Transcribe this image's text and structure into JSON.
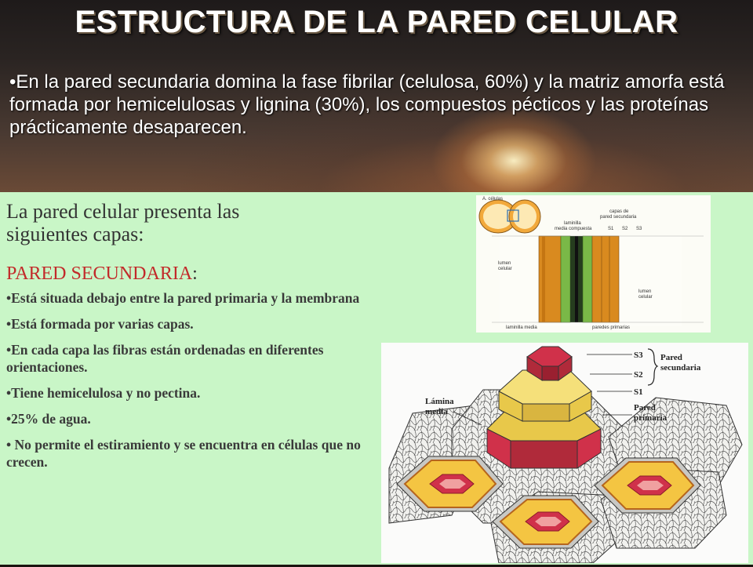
{
  "header": {
    "title": "ESTRUCTURA DE LA PARED CELULAR",
    "intro": "•En la pared secundaria domina la fase fibrilar (celulosa, 60%) y la matriz amorfa está formada por hemicelulosas y lignina (30%), los compuestos pécticos y las proteínas prácticamente desaparecen."
  },
  "content": {
    "heading_line1": "La pared celular presenta las",
    "heading_line2": "siguientes capas:",
    "subheading": "PARED SECUNDARIA",
    "subheading_colon": ":",
    "bullets": [
      "•Está situada debajo entre la pared primaria y la membrana",
      "•Está formada por varias capas.",
      "•En cada capa las fibras están ordenadas en diferentes orientaciones.",
      "•Tiene hemicelulosa y no pectina.",
      "•25% de agua.",
      "• No permite el estiramiento y se encuentra en células que no crecen."
    ]
  },
  "diagram_a": {
    "label_cells": "A. células",
    "label_layers": "capas de",
    "label_layers2": "pared secundaria",
    "label_lamella": "laminilla",
    "label_lamella2": "media compuesta",
    "label_s1": "S1",
    "label_s2": "S2",
    "label_s3": "S3",
    "label_lumen_left": "lumen",
    "label_lumen_left2": "celular",
    "label_lumen_right": "lumen",
    "label_lumen_right2": "celular",
    "label_bottom_left": "laminilla media",
    "label_bottom_right": "paredes primarias"
  },
  "diagram_b": {
    "label_s3": "S3",
    "label_s2": "S2",
    "label_s1": "S1",
    "label_secondary": "Pared",
    "label_secondary2": "secundaria",
    "label_primary": "Pared",
    "label_primary2": "primaria",
    "label_lamina": "Lámina",
    "label_lamina2": "media"
  }
}
